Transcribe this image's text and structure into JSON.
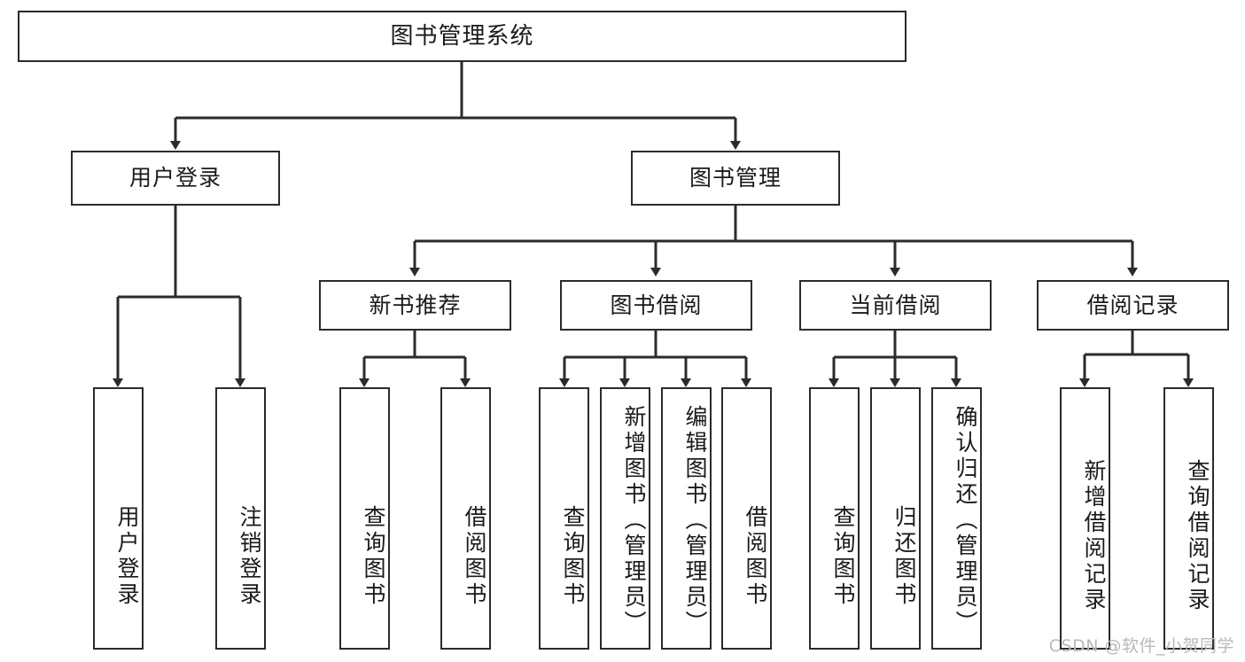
{
  "diagram": {
    "title": "图书管理系统",
    "type": "tree-hierarchy",
    "root": {
      "id": "root",
      "label": "图书管理系统",
      "orientation": "horizontal"
    },
    "level2": [
      {
        "id": "user-login",
        "label": "用户登录",
        "orientation": "horizontal"
      },
      {
        "id": "book-manage",
        "label": "图书管理",
        "orientation": "horizontal"
      }
    ],
    "level3": [
      {
        "id": "new-book-recommend",
        "label": "新书推荐",
        "orientation": "horizontal",
        "parent": "book-manage"
      },
      {
        "id": "book-borrow",
        "label": "图书借阅",
        "orientation": "horizontal",
        "parent": "book-manage"
      },
      {
        "id": "current-borrow",
        "label": "当前借阅",
        "orientation": "horizontal",
        "parent": "book-manage"
      },
      {
        "id": "borrow-record",
        "label": "借阅记录",
        "orientation": "horizontal",
        "parent": "book-manage"
      }
    ],
    "leaves": [
      {
        "id": "leaf-user-login",
        "label": "用户登录",
        "orientation": "vertical",
        "parent": "user-login"
      },
      {
        "id": "leaf-user-logout",
        "label": "注销登录",
        "orientation": "vertical",
        "parent": "user-login"
      },
      {
        "id": "leaf-query-book-1",
        "label": "查询图书",
        "orientation": "vertical",
        "parent": "new-book-recommend"
      },
      {
        "id": "leaf-borrow-book-1",
        "label": "借阅图书",
        "orientation": "vertical",
        "parent": "new-book-recommend"
      },
      {
        "id": "leaf-query-book-2",
        "label": "查询图书",
        "orientation": "vertical",
        "parent": "book-borrow"
      },
      {
        "id": "leaf-add-book",
        "label": "新增图书（管理员）",
        "orientation": "vertical",
        "parent": "book-borrow"
      },
      {
        "id": "leaf-edit-book",
        "label": "编辑图书（管理员）",
        "orientation": "vertical",
        "parent": "book-borrow"
      },
      {
        "id": "leaf-borrow-book-2",
        "label": "借阅图书",
        "orientation": "vertical",
        "parent": "book-borrow"
      },
      {
        "id": "leaf-query-book-3",
        "label": "查询图书",
        "orientation": "vertical",
        "parent": "current-borrow"
      },
      {
        "id": "leaf-return-book",
        "label": "归还图书",
        "orientation": "vertical",
        "parent": "current-borrow"
      },
      {
        "id": "leaf-confirm-return",
        "label": "确认归还（管理员）",
        "orientation": "vertical",
        "parent": "current-borrow"
      },
      {
        "id": "leaf-add-record",
        "label": "新增借阅记录",
        "orientation": "vertical",
        "parent": "borrow-record"
      },
      {
        "id": "leaf-query-record",
        "label": "查询借阅记录",
        "orientation": "vertical",
        "parent": "borrow-record"
      }
    ]
  },
  "watermark": {
    "text": "CSDN @软件_小贺同学"
  },
  "colors": {
    "stroke": "#2b2b2b",
    "fill": "#ffffff",
    "text": "#1a1a1a",
    "watermark": "#b9b9b9"
  }
}
